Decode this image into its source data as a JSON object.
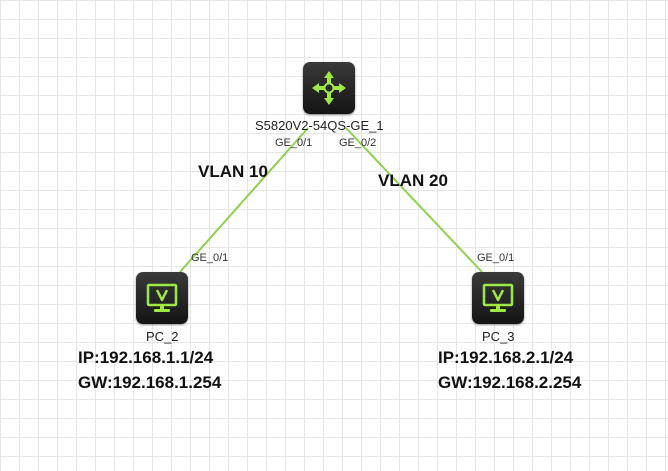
{
  "colors": {
    "link": "#8fd14f",
    "accent": "#9ee843"
  },
  "switch": {
    "name": "S5820V2-54QS-GE_1",
    "icon": "router-arrows-icon",
    "port_left": "GE_0/1",
    "port_right": "GE_0/2"
  },
  "links": [
    {
      "vlan": "VLAN 10",
      "far_port": "GE_0/1"
    },
    {
      "vlan": "VLAN 20",
      "far_port": "GE_0/1"
    }
  ],
  "pcs": [
    {
      "name": "PC_2",
      "icon": "monitor-icon",
      "ip": "IP:192.168.1.1/24",
      "gw": "GW:192.168.1.254"
    },
    {
      "name": "PC_3",
      "icon": "monitor-icon",
      "ip": "IP:192.168.2.1/24",
      "gw": "GW:192.168.2.254"
    }
  ]
}
